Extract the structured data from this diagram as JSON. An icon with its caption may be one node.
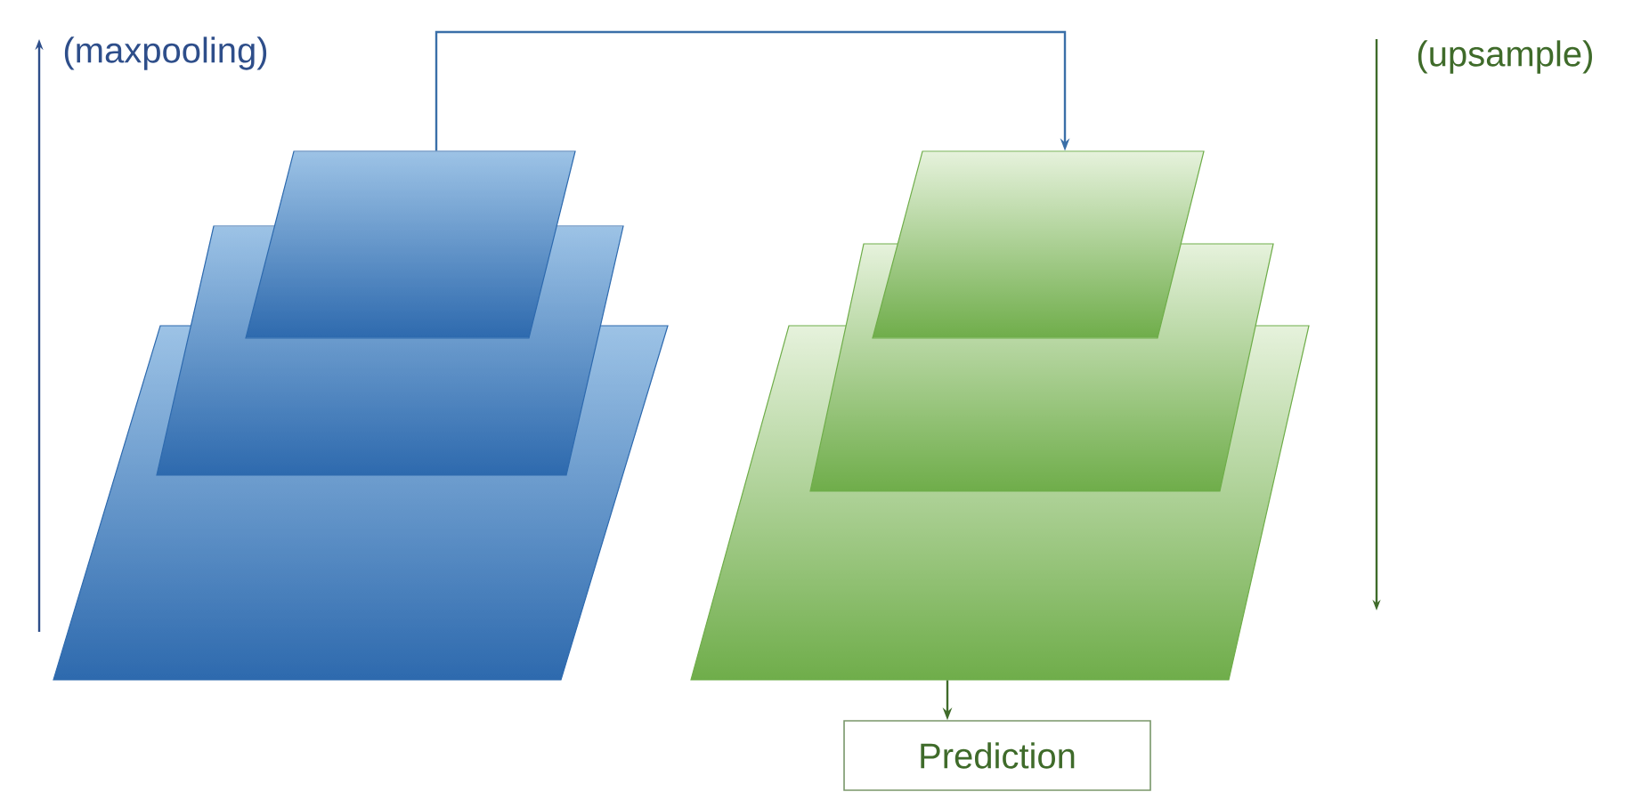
{
  "diagram": {
    "nodes": [
      {
        "text": [],
        "shape": "parallelogram"
      },
      {
        "text": [],
        "shape": "parallelogram"
      },
      {
        "text": [],
        "shape": "parallelogram"
      },
      {
        "text": [],
        "shape": "parallelogram"
      },
      {
        "text": [],
        "shape": "parallelogram"
      },
      {
        "text": [],
        "shape": "parallelogram"
      },
      {
        "text": [
          "Prediction"
        ]
      }
    ],
    "edges": [
      {
        "from": 0,
        "to": 3,
        "arrow": "to",
        "color": "#3a6fa8"
      },
      {
        "from": 5,
        "to": 6,
        "arrow": "to",
        "color": "#3f6b2a"
      }
    ],
    "labels": [
      "(maxpooling)",
      "(upsample)"
    ]
  }
}
